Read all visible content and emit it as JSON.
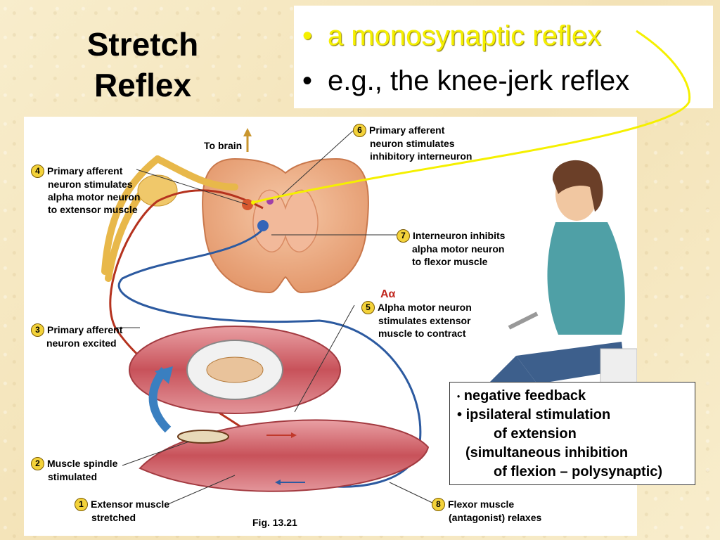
{
  "slide": {
    "title_line1": "Stretch",
    "title_line2": "Reflex",
    "bullets": [
      "a monosynaptic reflex",
      "e.g., the knee-jerk reflex"
    ],
    "bullet_symbol": "•"
  },
  "figure": {
    "caption": "Fig. 13.21",
    "to_brain": "To brain",
    "alpha": "Aα",
    "steps": [
      {
        "num": "1",
        "lines": [
          "Extensor muscle",
          "stretched"
        ]
      },
      {
        "num": "2",
        "lines": [
          "Muscle spindle",
          "stimulated"
        ]
      },
      {
        "num": "3",
        "lines": [
          "Primary afferent",
          "neuron excited"
        ]
      },
      {
        "num": "4",
        "lines": [
          "Primary afferent",
          "neuron stimulates",
          "alpha motor neuron",
          "to extensor muscle"
        ]
      },
      {
        "num": "5",
        "lines": [
          "Alpha motor neuron",
          "stimulates extensor",
          "muscle to contract"
        ]
      },
      {
        "num": "6",
        "lines": [
          "Primary afferent",
          "neuron stimulates",
          "inhibitory interneuron"
        ]
      },
      {
        "num": "7",
        "lines": [
          "Interneuron inhibits",
          "alpha motor neuron",
          "to flexor muscle"
        ]
      },
      {
        "num": "8",
        "lines": [
          "Flexor muscle",
          "(antagonist) relaxes"
        ]
      }
    ]
  },
  "notes": {
    "line1": "negative feedback",
    "line2": "ipsilateral stimulation",
    "line3": "of extension",
    "line4": "(simultaneous inhibition",
    "line5": "of flexion – polysynaptic)"
  },
  "colors": {
    "highlight": "#f5f000",
    "afferent": "#b5321e",
    "motor": "#2c5aa0",
    "nerve": "#e8b84a",
    "muscle": "#c8525a"
  }
}
